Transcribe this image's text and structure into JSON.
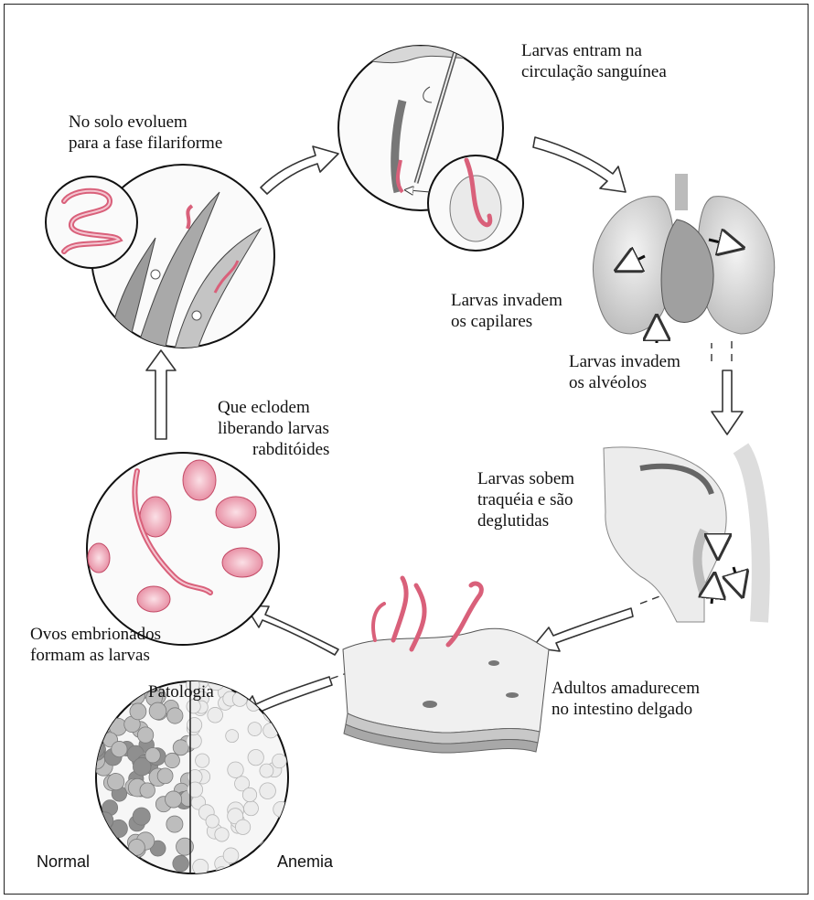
{
  "labels": {
    "circulation": "Larvas entram na\ncirculação sanguínea",
    "soil": "No solo evoluem\npara a fase filariforme",
    "capillaries": "Larvas invadem\nos capilares",
    "alveoli": "Larvas invadem\nos alvéolos",
    "trachea": "Larvas sobem\ntraquéia e são\ndeglutidas",
    "hatch": "Que eclodem\nliberando larvas",
    "hatch_last": "rabditóides",
    "eggs": "Ovos embrionados\nformam as larvas",
    "adults": "Adultos amadurecem\nno intestino delgado",
    "pathology": "Patologia",
    "normal": "Normal",
    "anemia": "Anemia"
  },
  "colors": {
    "larva": "#d9607a",
    "larva_light": "#f0b8c6",
    "outline": "#222222",
    "tissue": "#e6e6e6"
  }
}
